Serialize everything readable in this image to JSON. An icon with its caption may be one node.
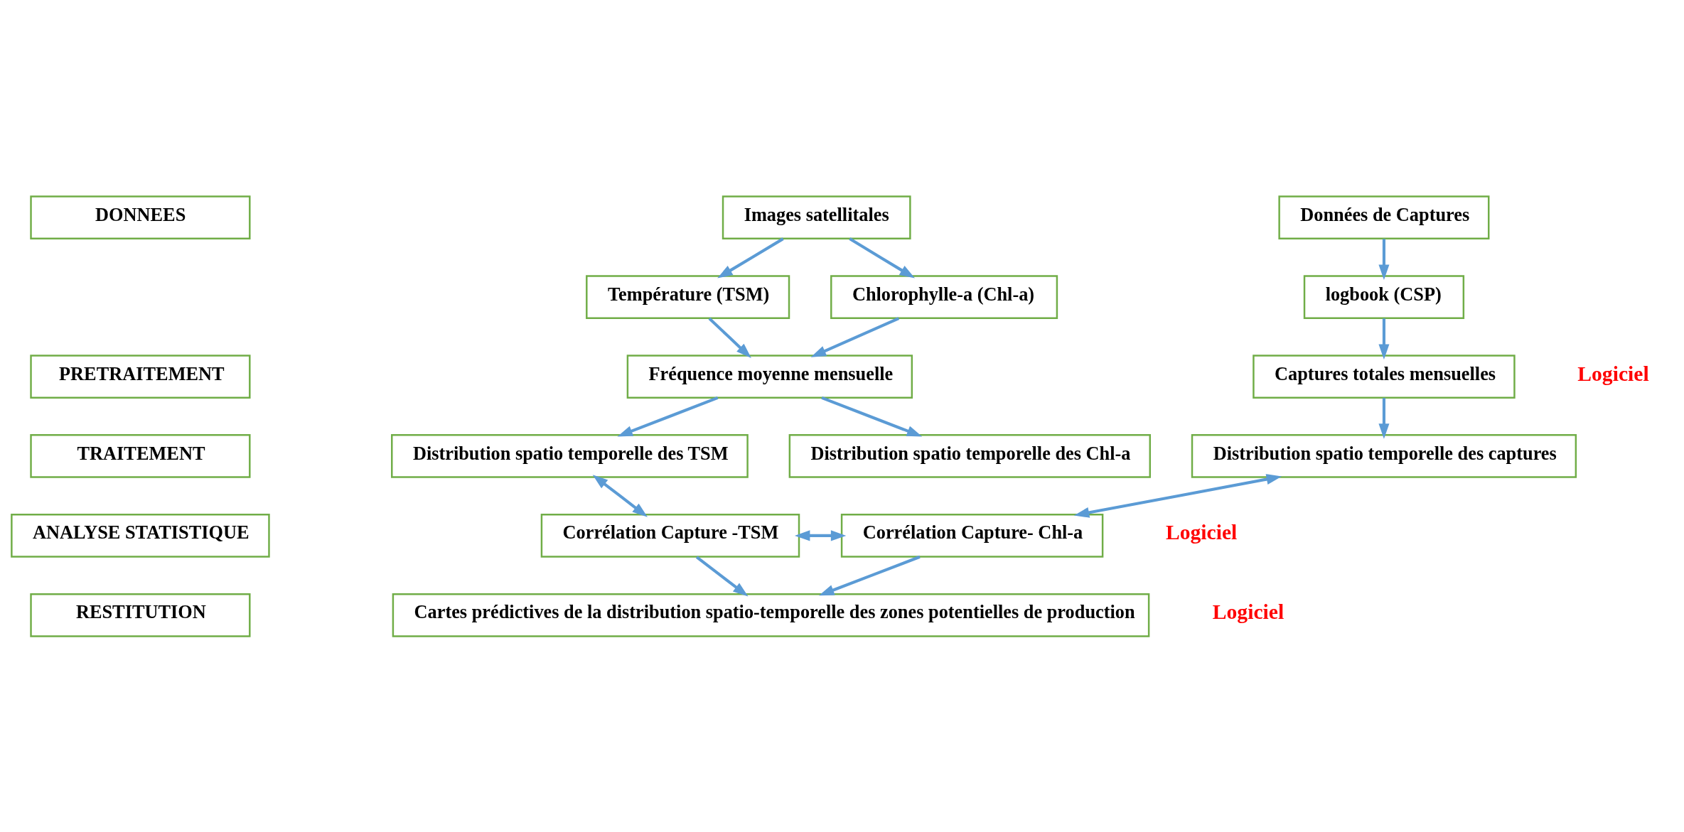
{
  "diagram": {
    "nodes": [
      {
        "text": [
          "DONNEES"
        ]
      },
      {
        "text": [
          "PRETRAITEMENT"
        ]
      },
      {
        "text": [
          "TRAITEMENT"
        ]
      },
      {
        "text": [
          "ANALYSE STATISTIQUE"
        ]
      },
      {
        "text": [
          "RESTITUTION"
        ]
      },
      {
        "text": [
          "Images satellitales"
        ]
      },
      {
        "text": [
          "Données de Captures"
        ]
      },
      {
        "text": [
          "Température (TSM)"
        ]
      },
      {
        "text": [
          "Chlorophylle-a (Chl-a)"
        ]
      },
      {
        "text": [
          "logbook (CSP)"
        ]
      },
      {
        "text": [
          "Fréquence moyenne mensuelle"
        ]
      },
      {
        "text": [
          "Captures totales mensuelles"
        ]
      },
      {
        "text": [
          "Distribution spatio temporelle des TSM"
        ]
      },
      {
        "text": [
          "Distribution spatio temporelle des Chl-a"
        ]
      },
      {
        "text": [
          "Distribution spatio temporelle des captures"
        ]
      },
      {
        "text": [
          "Corrélation Capture -TSM"
        ]
      },
      {
        "text": [
          "Corrélation Capture- Chl-a"
        ]
      },
      {
        "text": [
          "Cartes prédictives de la distribution spatio-temporelle des zones potentielles de production"
        ]
      }
    ],
    "edges": [
      {
        "from": 5,
        "to": 7,
        "arrow": "to"
      },
      {
        "from": 5,
        "to": 8,
        "arrow": "to"
      },
      {
        "from": 6,
        "to": 9,
        "arrow": "to"
      },
      {
        "from": 7,
        "to": 10,
        "arrow": "to"
      },
      {
        "from": 8,
        "to": 10,
        "arrow": "to"
      },
      {
        "from": 9,
        "to": 11,
        "arrow": "to"
      },
      {
        "from": 10,
        "to": 12,
        "arrow": "to"
      },
      {
        "from": 10,
        "to": 13,
        "arrow": "to"
      },
      {
        "from": 11,
        "to": 14,
        "arrow": "to"
      },
      {
        "from": 12,
        "to": 15,
        "arrow": "both"
      },
      {
        "from": 14,
        "to": 16,
        "arrow": "both"
      },
      {
        "from": 15,
        "to": 16,
        "arrow": "both"
      },
      {
        "from": 15,
        "to": 17,
        "arrow": "to"
      },
      {
        "from": 16,
        "to": 17,
        "arrow": "to"
      }
    ],
    "labels": [
      "Logiciel",
      "Logiciel",
      "Logiciel"
    ]
  }
}
